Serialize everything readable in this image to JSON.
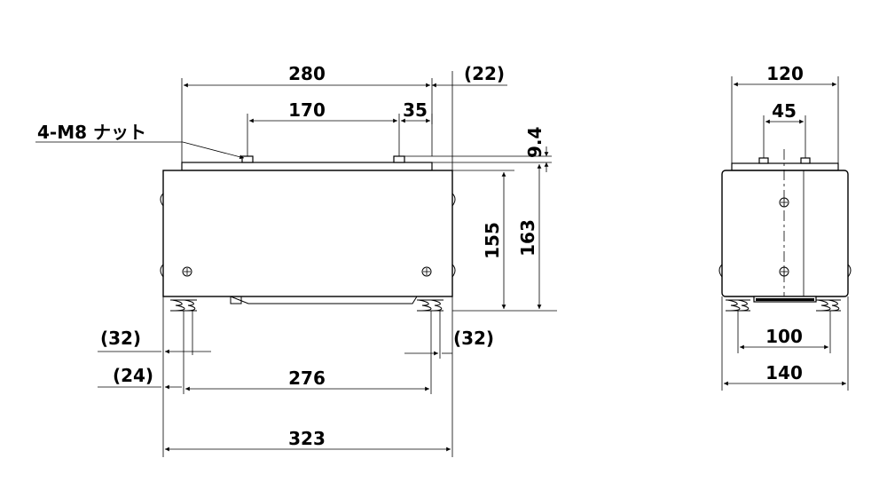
{
  "labels": {
    "nut": "4-M8 ナット",
    "d280": "280",
    "d22": "(22)",
    "d170": "170",
    "d35": "35",
    "d9_4": "9.4",
    "d155": "155",
    "d163": "163",
    "d32_left": "(32)",
    "d32_right": "(32)",
    "d24": "(24)",
    "d276": "276",
    "d323": "323",
    "d120": "120",
    "d45": "45",
    "d100": "100",
    "d140": "140"
  }
}
